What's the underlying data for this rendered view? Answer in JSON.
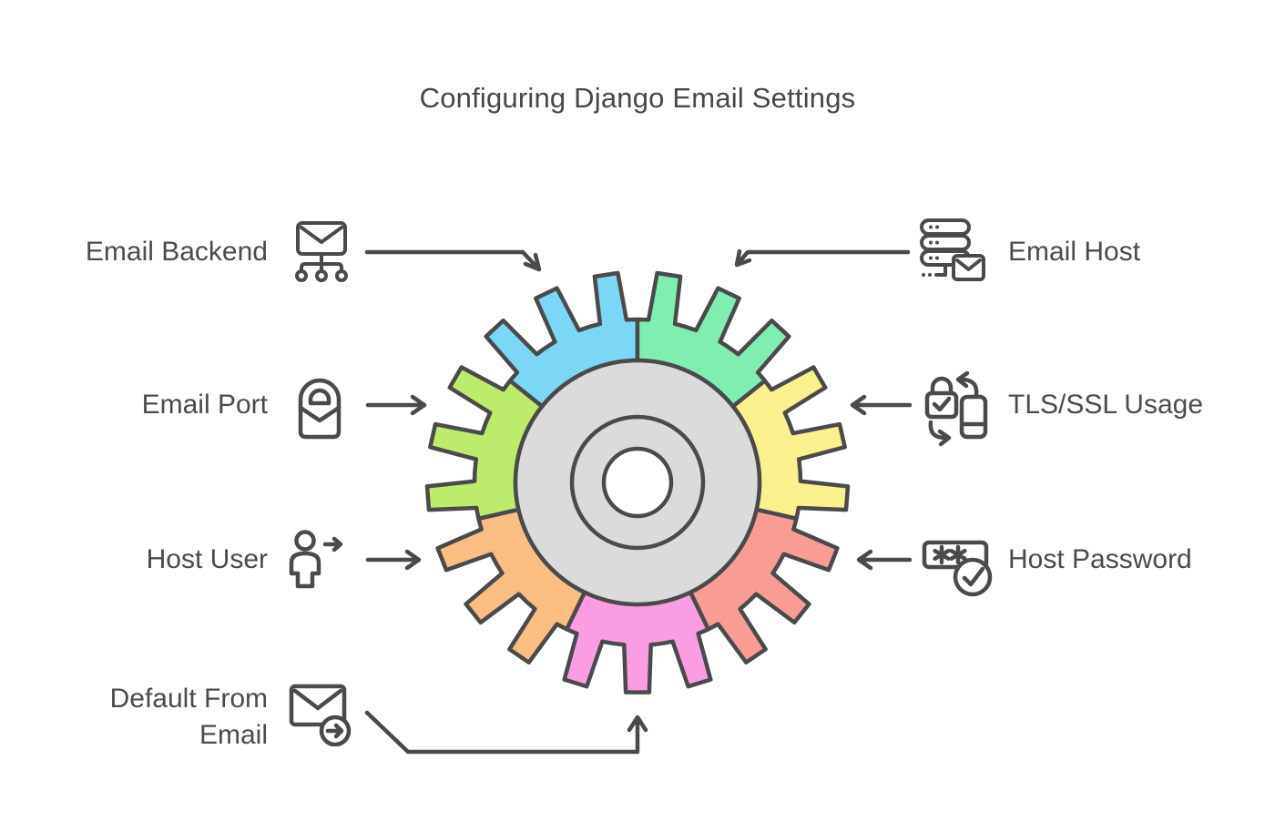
{
  "title": "Configuring Django Email Settings",
  "colors": {
    "ink": "#4a4a4a",
    "disk_fill": "#dbdbdb",
    "hole_fill": "#ffffff",
    "background": "#ffffff"
  },
  "gear": {
    "segments": [
      {
        "name": "email-backend",
        "color": "#7cd7f7"
      },
      {
        "name": "email-host",
        "color": "#80eeb1"
      },
      {
        "name": "tls-ssl-usage",
        "color": "#faf08d"
      },
      {
        "name": "host-password",
        "color": "#f89c94"
      },
      {
        "name": "default-from-email",
        "color": "#fa9de3"
      },
      {
        "name": "host-user",
        "color": "#fabd82"
      },
      {
        "name": "email-port",
        "color": "#bdeb6c"
      }
    ]
  },
  "labels": {
    "email_backend": "Email Backend",
    "email_host": "Email Host",
    "email_port": "Email Port",
    "tls_ssl": "TLS/SSL Usage",
    "host_user": "Host User",
    "host_password": "Host Password",
    "default_from_line1": "Default From",
    "default_from_line2": "Email"
  },
  "icons": {
    "email_backend": "envelope-network-icon",
    "email_host": "server-stack-mail-icon",
    "email_port": "secure-mailbox-icon",
    "tls_ssl": "lock-device-sync-icon",
    "host_user": "person-arrow-icon",
    "host_password": "password-check-icon",
    "default_from": "envelope-send-icon"
  }
}
